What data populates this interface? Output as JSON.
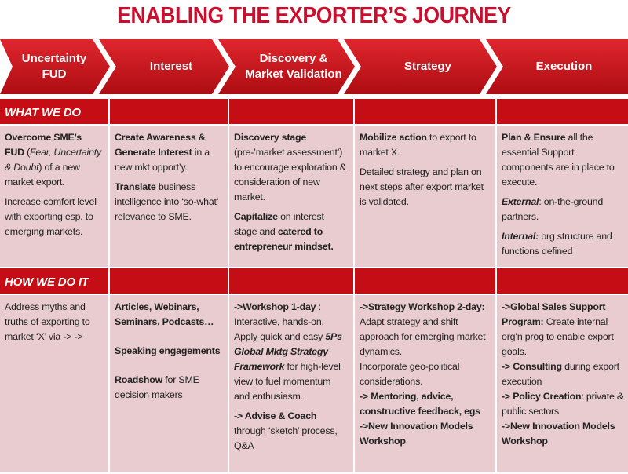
{
  "title": "ENABLING THE EXPORTER’S JOURNEY",
  "stages": [
    {
      "line1": "Uncertainty",
      "line2": "FUD"
    },
    {
      "line1": "Interest",
      "line2": ""
    },
    {
      "line1": "Discovery &",
      "line2": "Market Validation"
    },
    {
      "line1": "Strategy",
      "line2": ""
    },
    {
      "line1": "Execution",
      "line2": ""
    }
  ],
  "what_we_do": {
    "label": "WHAT WE DO",
    "cells": [
      [
        [
          {
            "t": "Overcome SME’s FUD",
            "b": 1
          },
          {
            "t": " ("
          },
          {
            "t": "Fear, Uncertainty & Doubt",
            "i": 1
          },
          {
            "t": ") of a new market export."
          }
        ],
        [
          {
            "t": "Increase comfort level with exporting esp. to emerging markets."
          }
        ]
      ],
      [
        [
          {
            "t": "Create Awareness & Generate Interest",
            "b": 1
          },
          {
            "t": " in a new mkt opport’y."
          }
        ],
        [
          {
            "t": "Translate",
            "b": 1
          },
          {
            "t": " business intelligence into ‘so-what’ relevance to SME."
          }
        ]
      ],
      [
        [
          {
            "t": "Discovery stage",
            "b": 1
          },
          {
            "t": " (pre-’market assessment’) to encourage exploration & consideration of new market."
          }
        ],
        [
          {
            "t": "Capitalize",
            "b": 1
          },
          {
            "t": " on interest stage and "
          },
          {
            "t": "catered to entrepreneur mindset.",
            "b": 1
          }
        ]
      ],
      [
        [
          {
            "t": "Mobilize action",
            "b": 1
          },
          {
            "t": " to export to market X."
          }
        ],
        [
          {
            "t": "Detailed strategy and plan on next steps after export market is validated."
          }
        ]
      ],
      [
        [
          {
            "t": "Plan & Ensure",
            "b": 1
          },
          {
            "t": " all the essential Support components are in place to execute."
          }
        ],
        [
          {
            "t": "External",
            "b": 1,
            "i": 1
          },
          {
            "t": ": on-the-ground partners."
          }
        ],
        [
          {
            "t": "Internal:",
            "b": 1,
            "i": 1
          },
          {
            "t": " org structure and functions defined"
          }
        ]
      ]
    ]
  },
  "how_we_do_it": {
    "label": "HOW WE DO IT",
    "cells": [
      [
        [
          {
            "t": "Address myths and truths of exporting to market ‘X’ via -> ->"
          }
        ]
      ],
      [
        [
          {
            "t": "Articles, Webinars, Seminars, Podcasts…",
            "b": 1
          }
        ],
        [
          {
            "t": " "
          }
        ],
        [
          {
            "t": "Speaking engagements",
            "b": 1
          }
        ],
        [
          {
            "t": " "
          }
        ],
        [
          {
            "t": "Roadshow",
            "b": 1
          },
          {
            "t": " for SME decision makers"
          }
        ]
      ],
      [
        [
          {
            "t": "->Workshop 1-day",
            "b": 1
          },
          {
            "t": " : Interactive, hands-on. Apply quick and easy "
          },
          {
            "t": "5Ps Global Mktg Strategy Framework",
            "b": 1,
            "i": 1
          },
          {
            "t": " for high-level view to fuel momentum and enthusiasm."
          }
        ],
        [
          {
            "t": "-> Advise & Coach",
            "b": 1
          },
          {
            "t": " through ‘sketch’ process, Q&A"
          }
        ]
      ],
      [
        [
          {
            "t": "->Strategy Workshop 2-day:",
            "b": 1
          },
          {
            "t": " Adapt strategy and shift approach for emerging market dynamics."
          }
        ],
        [
          {
            "t": "Incorporate geo-political considerations."
          }
        ],
        [
          {
            "t": "-> Mentoring, advice, constructive feedback, egs",
            "b": 1
          }
        ],
        [
          {
            "t": "->New Innovation Models Workshop",
            "b": 1
          }
        ]
      ],
      [
        [
          {
            "t": "->Global Sales Support Program:",
            "b": 1
          },
          {
            "t": " Create internal org’n prog to enable export goals."
          }
        ],
        [
          {
            "t": "-> Consulting",
            "b": 1
          },
          {
            "t": " during export execution"
          }
        ],
        [
          {
            "t": "-> Policy Creation",
            "b": 1
          },
          {
            "t": ": private & public sectors"
          }
        ],
        [
          {
            "t": "->New Innovation Models Workshop",
            "b": 1
          }
        ]
      ]
    ]
  },
  "colors": {
    "accent": "#c8102e",
    "cell_bg": "#e8ccd0"
  }
}
